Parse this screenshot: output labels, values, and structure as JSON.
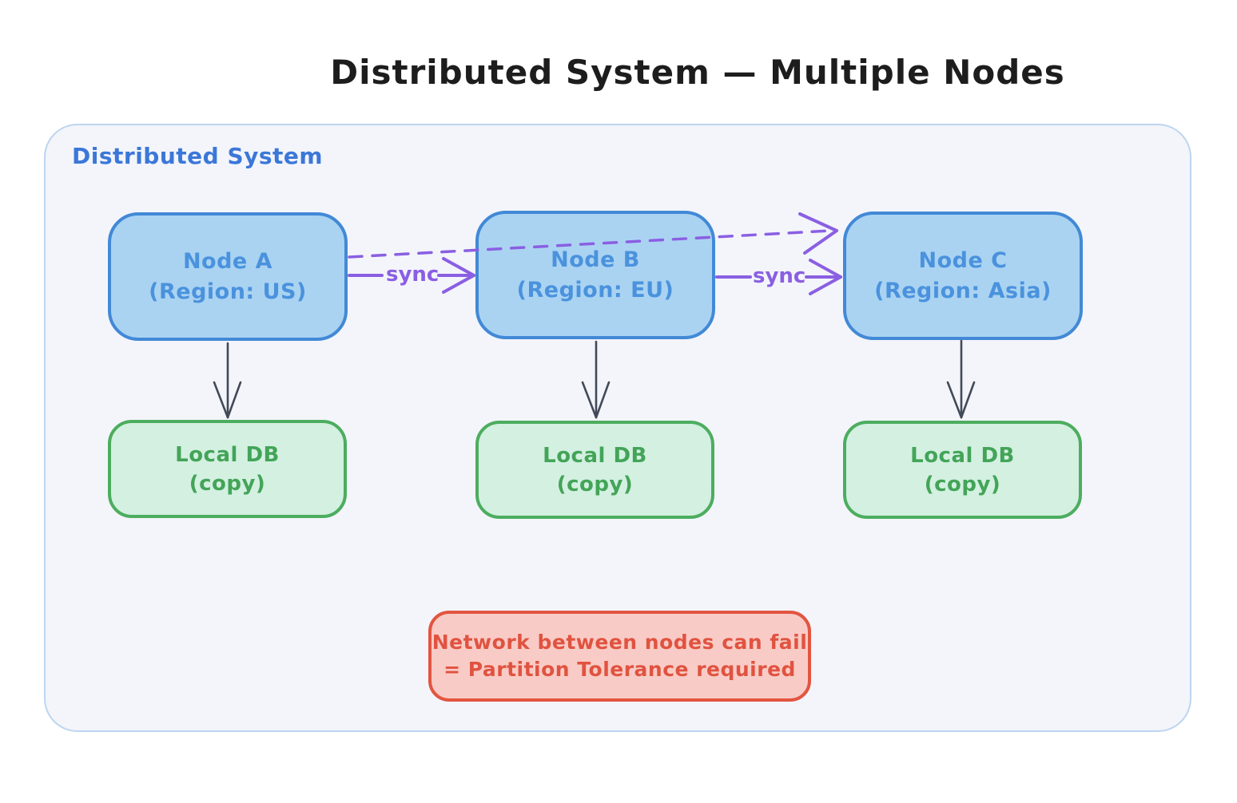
{
  "title": "Distributed System — Multiple Nodes",
  "container": {
    "label": "Distributed System"
  },
  "nodes": [
    {
      "id": "node-a",
      "name": "Node A",
      "region": "(Region: US)"
    },
    {
      "id": "node-b",
      "name": "Node B",
      "region": "(Region: EU)"
    },
    {
      "id": "node-c",
      "name": "Node C",
      "region": "(Region: Asia)"
    }
  ],
  "databases": [
    {
      "id": "db-a",
      "name": "Local DB",
      "note": "(copy)"
    },
    {
      "id": "db-b",
      "name": "Local DB",
      "note": "(copy)"
    },
    {
      "id": "db-c",
      "name": "Local DB",
      "note": "(copy)"
    }
  ],
  "edges": [
    {
      "from": "node-a",
      "to": "node-b",
      "label": "sync",
      "style": "solid-arrow"
    },
    {
      "from": "node-b",
      "to": "node-c",
      "label": "sync",
      "style": "solid-arrow"
    },
    {
      "from": "node-a",
      "to": "node-c",
      "label": "",
      "style": "dashed-arrow"
    },
    {
      "from": "node-a",
      "to": "db-a",
      "label": "",
      "style": "solid-arrow"
    },
    {
      "from": "node-b",
      "to": "db-b",
      "label": "",
      "style": "solid-arrow"
    },
    {
      "from": "node-c",
      "to": "db-c",
      "label": "",
      "style": "solid-arrow"
    }
  ],
  "warning": {
    "line1": "Network between nodes can fail",
    "line2": "= Partition Tolerance required"
  },
  "colors": {
    "title_text": "#1d1d1d",
    "container_border": "#bdd5ef",
    "container_fill": "#f3f5fb",
    "container_label": "#3b77d8",
    "node_border": "#4289d6",
    "node_fill": "#aad3f2",
    "node_text": "#4a92dd",
    "db_border": "#4cad5e",
    "db_fill": "#d3f0e1",
    "db_text": "#43a458",
    "warning_border": "#e25540",
    "warning_fill": "#f9cbc6",
    "warning_text": "#e05340",
    "sync_arrow": "#8a5fe2",
    "db_arrow": "#424957"
  }
}
